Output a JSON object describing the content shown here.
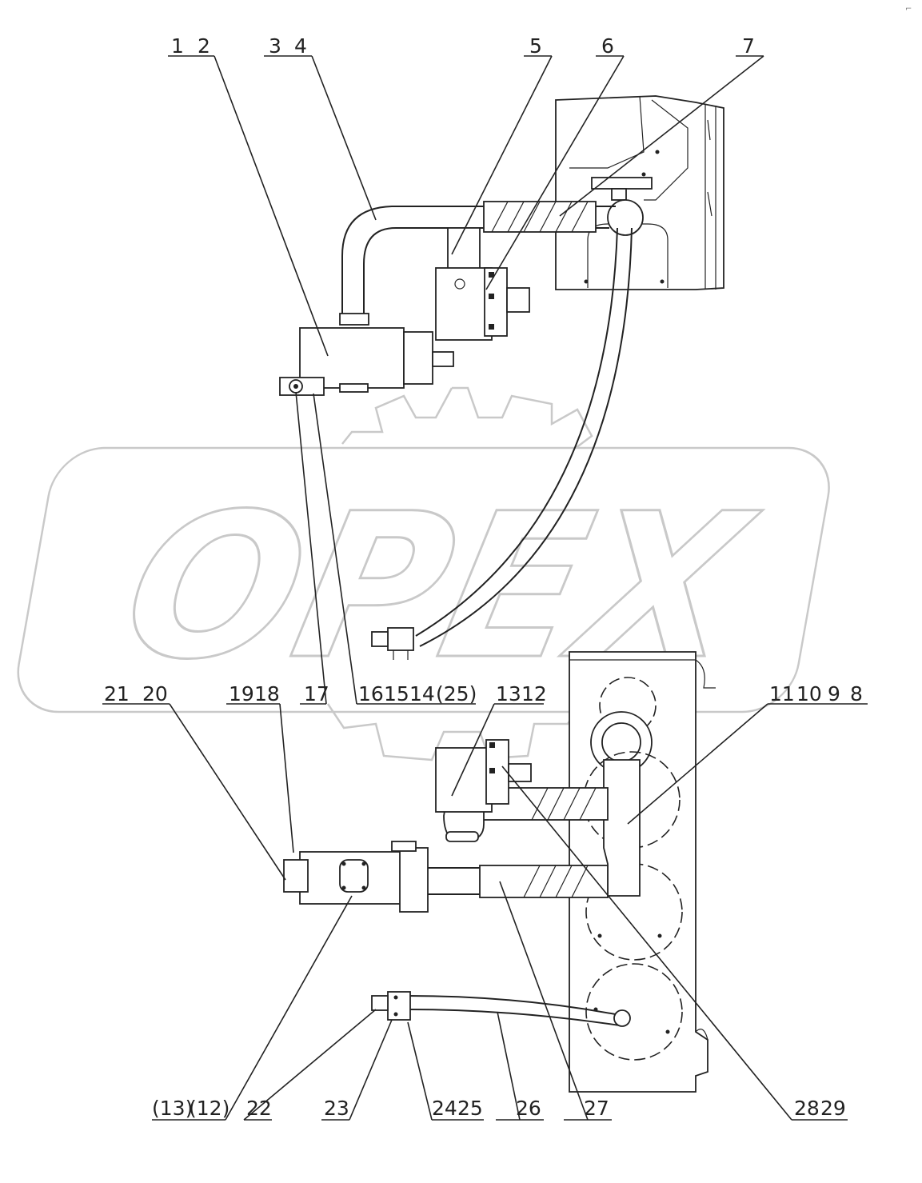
{
  "watermark": {
    "text": "OPEX"
  },
  "corner_mark": "⌐",
  "callouts": {
    "top": [
      "1",
      "2",
      "3",
      "4",
      "5",
      "6",
      "7"
    ],
    "middle": [
      "21",
      "20",
      "19",
      "18",
      "17",
      "16",
      "15",
      "14",
      "(25)",
      "13",
      "12",
      "11",
      "10",
      "9",
      "8"
    ],
    "bottom": [
      "(13)",
      "(12)",
      "22",
      "23",
      "24",
      "25",
      "26",
      "27",
      "28",
      "29"
    ]
  }
}
